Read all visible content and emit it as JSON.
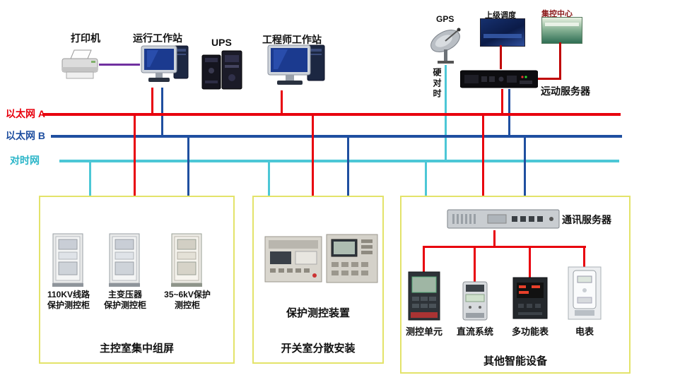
{
  "top": {
    "printer": "打印机",
    "operator_ws": "运行工作站",
    "ups": "UPS",
    "engineer_ws": "工程师工作站",
    "gps": "GPS",
    "hard_time_sync": "硬对时",
    "upper_dispatch": "上级调度",
    "central_control": "集控中心",
    "telecontrol_server": "远动服务器"
  },
  "buses": {
    "ethernet_a": {
      "label": "以太网 A",
      "color": "#e8000d"
    },
    "ethernet_b": {
      "label": "以太网 B",
      "color": "#1f4fa0"
    },
    "time_sync": {
      "label": "对时网",
      "color": "#4cc7d6"
    }
  },
  "box_main_control": {
    "cabinets": [
      "110KV线路\n保护测控柜",
      "主变压器\n保护测控柜",
      "35~6kV保护\n测控柜"
    ],
    "caption": "主控室集中组屏"
  },
  "box_switch_room": {
    "device_label": "保护测控装置",
    "caption": "开关室分散安装"
  },
  "box_smart_devices": {
    "comm_server": "通讯服务器",
    "devices": [
      "测控单元",
      "直流系统",
      "多功能表",
      "电表"
    ],
    "caption": "其他智能设备"
  },
  "colors": {
    "ethernet_a": "#e8000d",
    "ethernet_b": "#1f4fa0",
    "time_sync": "#4cc7d6",
    "printer_link": "#7030a0",
    "dispatch_link": "#c00000",
    "box_border": "#e3e36a"
  }
}
